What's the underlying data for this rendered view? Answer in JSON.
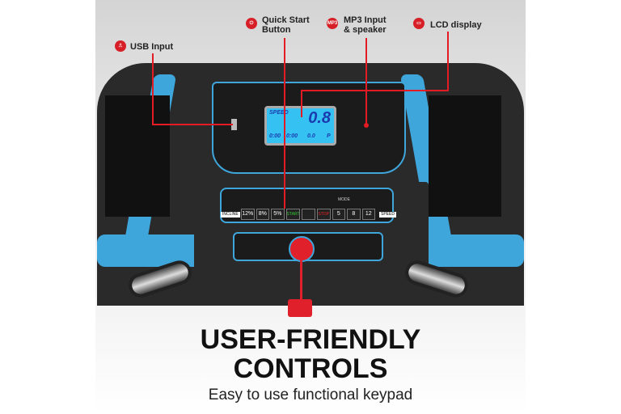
{
  "callouts": {
    "usb": {
      "label": "USB Input",
      "icon": "usb-icon"
    },
    "quick_start": {
      "label": "Quick Start Button",
      "line1": "Quick Start",
      "line2": "Button",
      "icon": "power-icon"
    },
    "mp3": {
      "label": "MP3 Input & speaker",
      "line1": "MP3 Input",
      "line2": "& speaker",
      "icon": "mp3-icon",
      "badge": "MP3"
    },
    "lcd": {
      "label": "LCD display",
      "icon": "lcd-icon"
    }
  },
  "lcd": {
    "speed_label": "SPEED",
    "speed_value": "0.8",
    "time1": "0:00",
    "time2": "0:00",
    "distance": "0.0",
    "program": "P"
  },
  "keypad": {
    "incline_label": "INCLINE",
    "speed_label": "SPEED",
    "mode_label": "MODE",
    "keys": [
      "12%",
      "8%",
      "5%",
      "START",
      "",
      "STOP",
      "5",
      "8",
      "12"
    ]
  },
  "headline": {
    "line1": "USER-FRIENDLY",
    "line2": "CONTROLS"
  },
  "subtitle": "Easy to use functional keypad",
  "colors": {
    "accent_red": "#d71f27",
    "console_blue": "#3fa6dc",
    "lcd_blue": "#35c2f2"
  }
}
